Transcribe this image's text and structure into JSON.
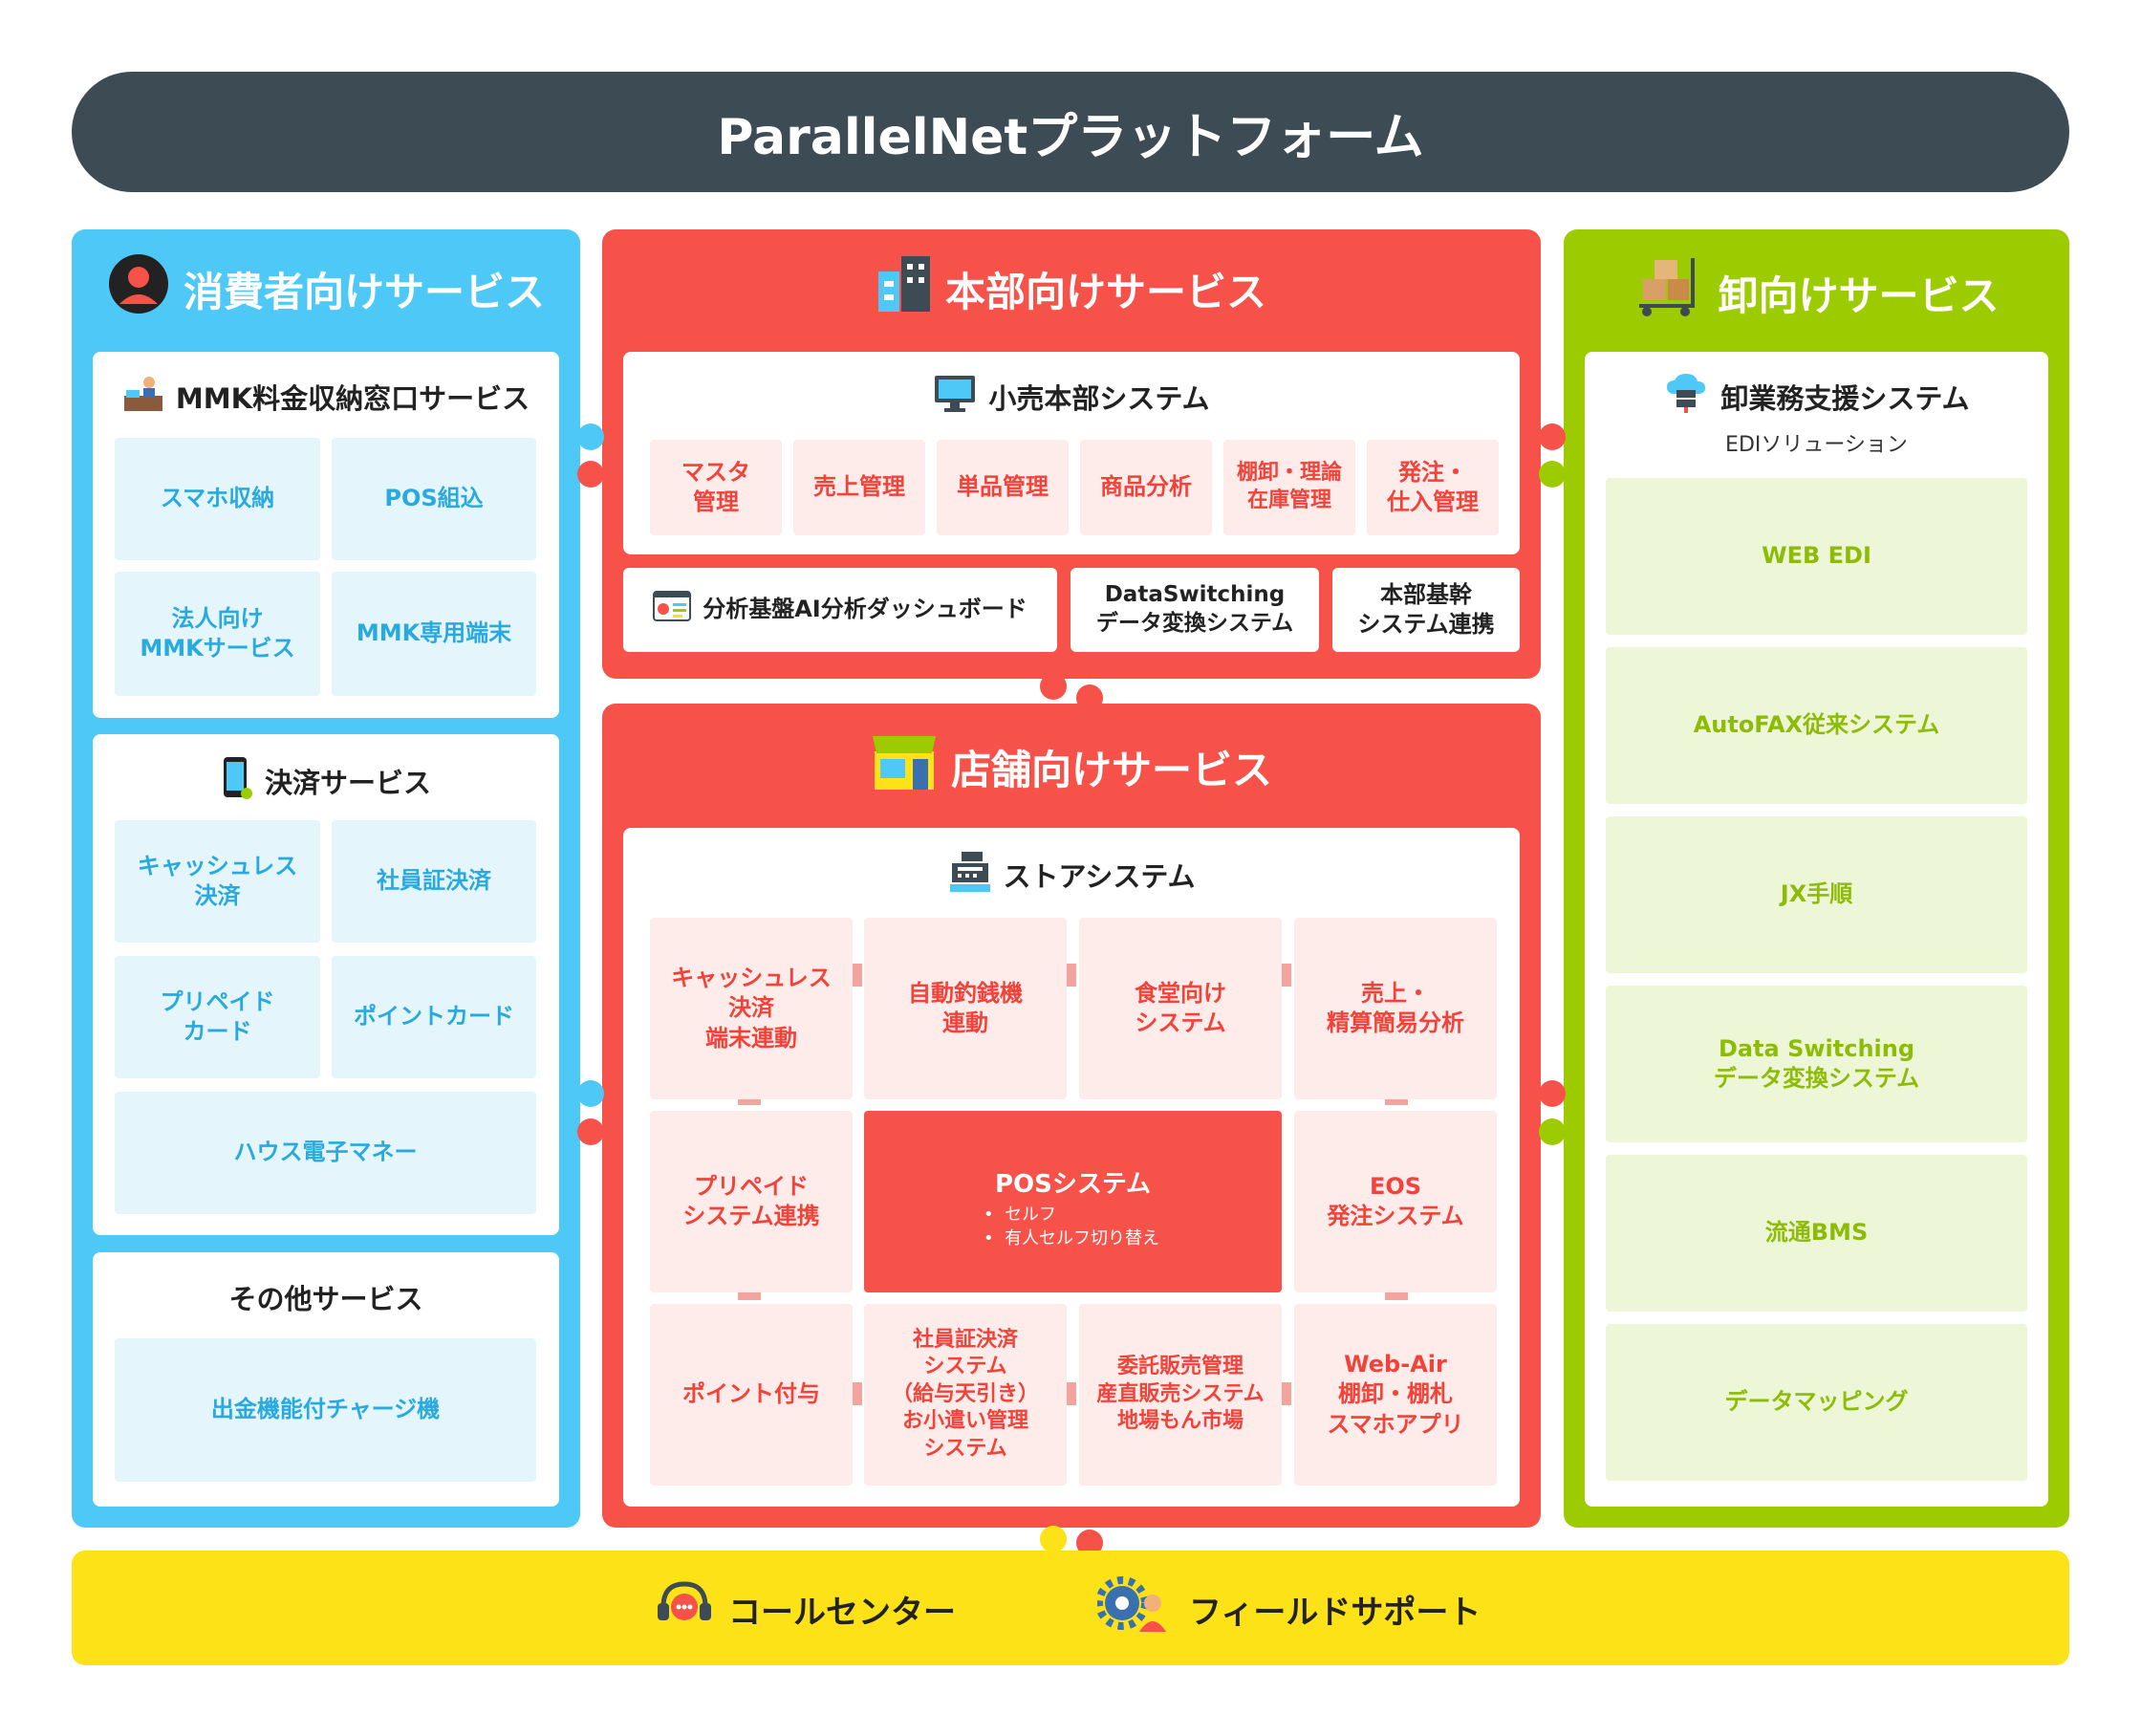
{
  "header": {
    "title": "ParallelNetプラットフォーム"
  },
  "consumer": {
    "title": "消費者向けサービス",
    "mmk": {
      "title": "MMK料金収納窓口サービス",
      "items": [
        "スマホ収納",
        "POS組込",
        "法人向け\nMMKサービス",
        "MMK専用端末"
      ]
    },
    "payment": {
      "title": "決済サービス",
      "items": [
        "キャッシュレス\n決済",
        "社員証決済",
        "プリペイド\nカード",
        "ポイントカード",
        "ハウス電子マネー"
      ]
    },
    "other": {
      "title": "その他サービス",
      "items": [
        "出金機能付チャージ機"
      ]
    }
  },
  "hq": {
    "title": "本部向けサービス",
    "retail": {
      "title": "小売本部システム",
      "items": [
        "マスタ\n管理",
        "売上管理",
        "単品管理",
        "商品分析",
        "棚卸・理論\n在庫管理",
        "発注・\n仕入管理"
      ]
    },
    "dashboard": "分析基盤AI分析ダッシュボード",
    "dataswitching": "DataSwitching\nデータ変換システム",
    "core": "本部基幹\nシステム連携"
  },
  "store": {
    "title": "店舗向けサービス",
    "system_title": "ストアシステム",
    "items": {
      "c1": "キャッシュレス\n決済\n端末連動",
      "c2": "自動釣銭機\n連動",
      "c3": "食堂向け\nシステム",
      "c4": "売上・\n精算簡易分析",
      "c5": "プリペイド\nシステム連携",
      "c7": "EOS\n発注システム",
      "c8": "ポイント付与",
      "c9": "社員証決済\nシステム\n（給与天引き）\nお小遣い管理\nシステム",
      "c10": "委託販売管理\n産直販売システム\n地場もん市場",
      "c11": "Web-Air\n棚卸・棚札\nスマホアプリ"
    },
    "pos": {
      "title": "POSシステム",
      "bullets": [
        "セルフ",
        "有人セルフ切り替え"
      ]
    }
  },
  "wholesale": {
    "title": "卸向けサービス",
    "system": {
      "title": "卸業務支援システム",
      "subtitle": "EDIソリューション"
    },
    "items": [
      "WEB EDI",
      "AutoFAX従来システム",
      "JX手順",
      "Data Switching\nデータ変換システム",
      "流通BMS",
      "データマッピング"
    ]
  },
  "support": {
    "items": [
      "コールセンター",
      "フィールドサポート"
    ]
  },
  "colors": {
    "blue": "#4ec8f6",
    "red": "#f6524a",
    "green": "#9ccc00",
    "yellow": "#fde218",
    "dark": "#3c4b54"
  }
}
